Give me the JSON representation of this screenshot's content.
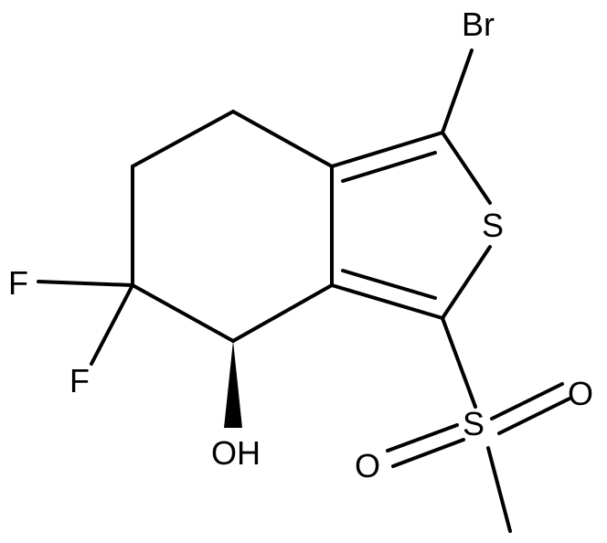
{
  "atoms": {
    "br": "Br",
    "s_ring": "S",
    "f1": "F",
    "f2": "F",
    "oh": "OH",
    "s_sulfonyl": "S",
    "o1": "O",
    "o2": "O"
  },
  "colors": {
    "bond": "#000000",
    "text": "#000000",
    "background": "#ffffff"
  }
}
